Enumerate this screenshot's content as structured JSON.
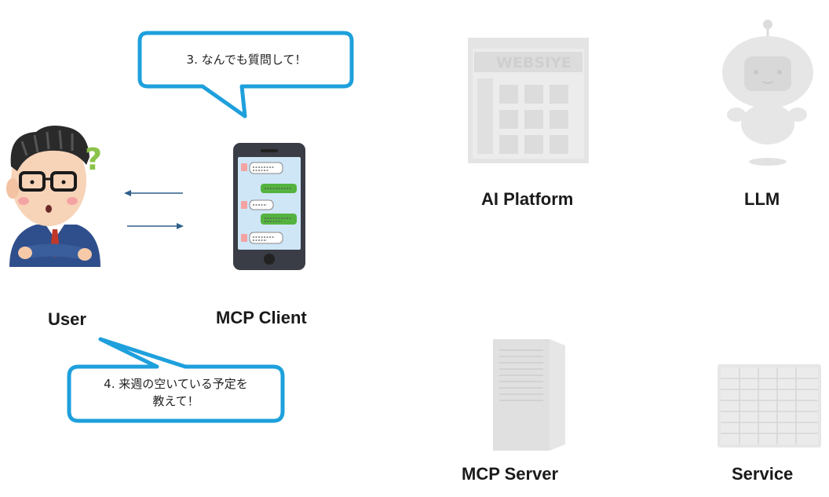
{
  "labels": {
    "user": "User",
    "mcp_client": "MCP Client",
    "ai_platform": "AI Platform",
    "llm": "LLM",
    "mcp_server": "MCP Server",
    "service": "Service"
  },
  "bubbles": {
    "step3": "3. なんでも質問して！",
    "step4_line1": "4. 来週の空いている予定を",
    "step4_line2": "教えて！"
  },
  "website_sign": "WEBSIYE",
  "colors": {
    "bubble_border": "#1ea0dc",
    "arrow": "#2e5f8a",
    "faded": "#e6e6e6",
    "faded_dark": "#d4d4d4",
    "phone_body": "#3a3d45",
    "phone_screen": "#cfe6f7",
    "chat_green": "#54b33f",
    "suit": "#2f4f8c"
  }
}
